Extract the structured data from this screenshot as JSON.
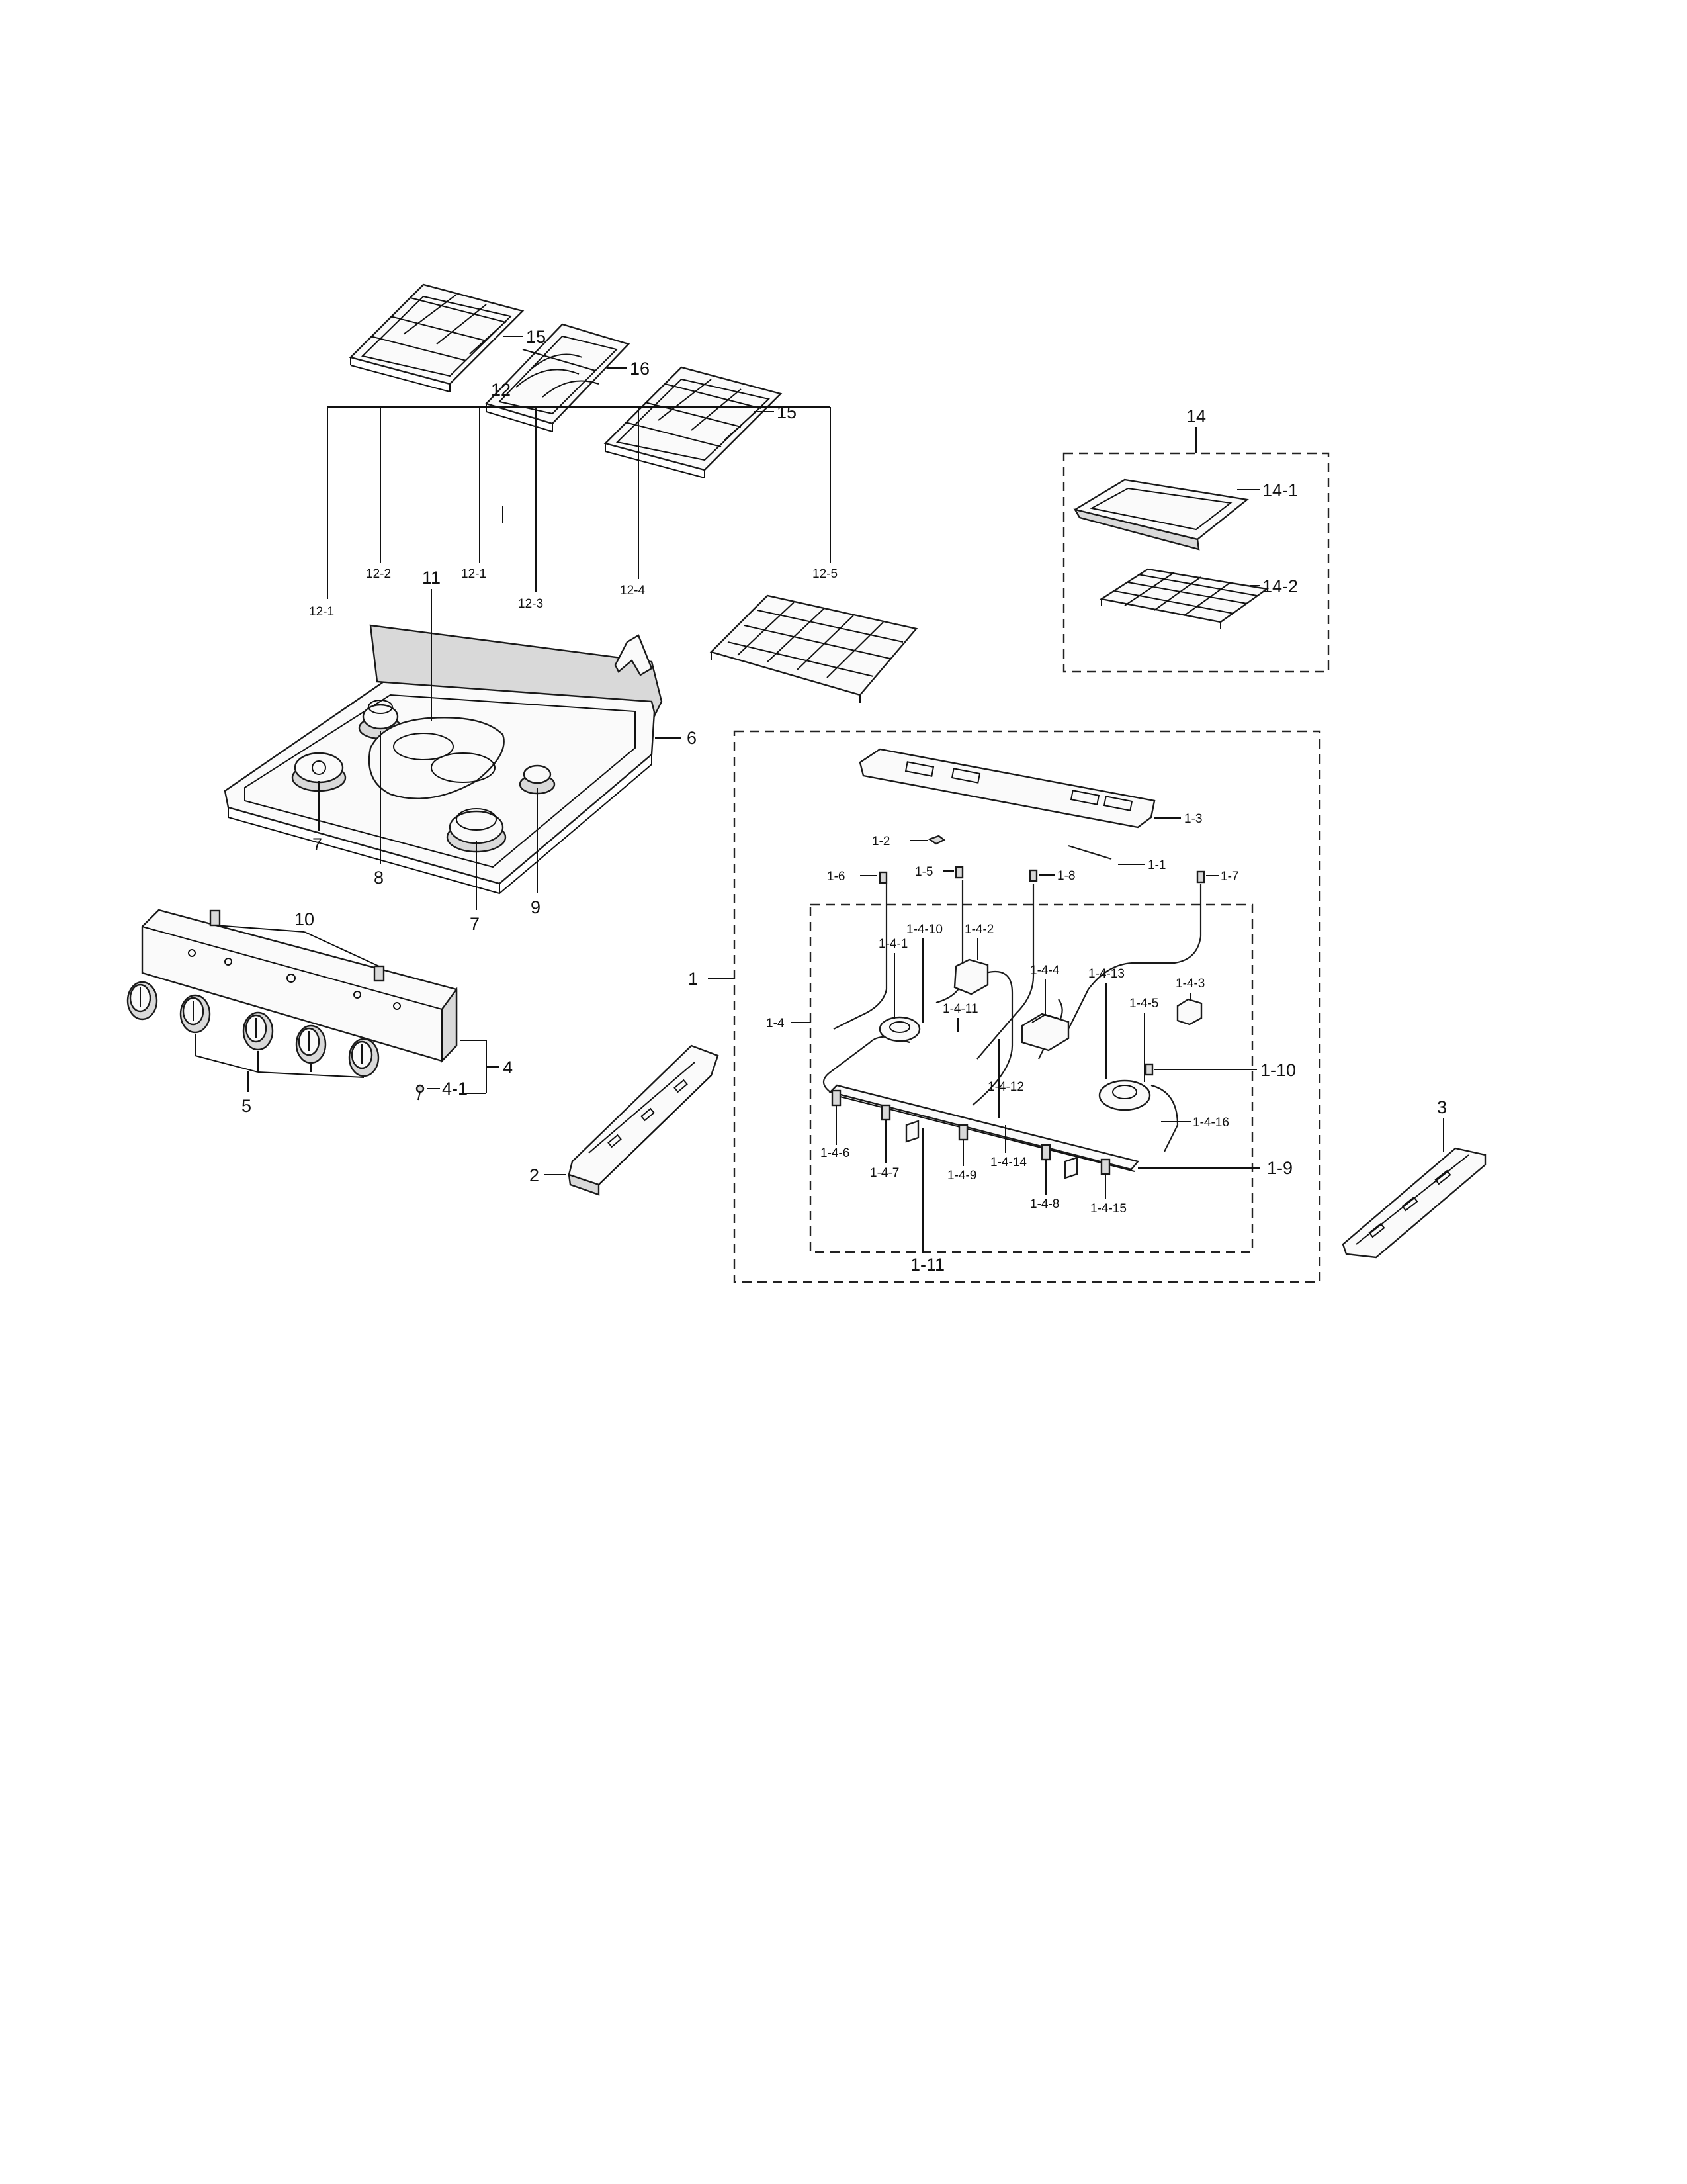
{
  "labels": {
    "p15a": "15",
    "p16": "16",
    "p15b": "15",
    "p14": "14",
    "p14_1": "14-1",
    "p14_2": "14-2",
    "p12": "12",
    "p12_1a": "12-1",
    "p12_2": "12-2",
    "p12_1b": "12-1",
    "p12_3": "12-3",
    "p12_4": "12-4",
    "p12_5": "12-5",
    "p11": "11",
    "p6": "6",
    "p7a": "7",
    "p8": "8",
    "p7b": "7",
    "p9": "9",
    "p10": "10",
    "p4": "4",
    "p4_1": "4-1",
    "p5": "5",
    "p2": "2",
    "p3": "3",
    "p1": "1",
    "p1_1": "1-1",
    "p1_2": "1-2",
    "p1_3": "1-3",
    "p1_4": "1-4",
    "p1_5": "1-5",
    "p1_6": "1-6",
    "p1_7": "1-7",
    "p1_8": "1-8",
    "p1_9": "1-9",
    "p1_10": "1-10",
    "p1_11": "1-11",
    "p1_4_1": "1-4-1",
    "p1_4_2": "1-4-2",
    "p1_4_3": "1-4-3",
    "p1_4_4": "1-4-4",
    "p1_4_5": "1-4-5",
    "p1_4_6": "1-4-6",
    "p1_4_7": "1-4-7",
    "p1_4_8": "1-4-8",
    "p1_4_9": "1-4-9",
    "p1_4_10": "1-4-10",
    "p1_4_11": "1-4-11",
    "p1_4_12": "1-4-12",
    "p1_4_13": "1-4-13",
    "p1_4_14": "1-4-14",
    "p1_4_15": "1-4-15",
    "p1_4_16": "1-4-16"
  }
}
